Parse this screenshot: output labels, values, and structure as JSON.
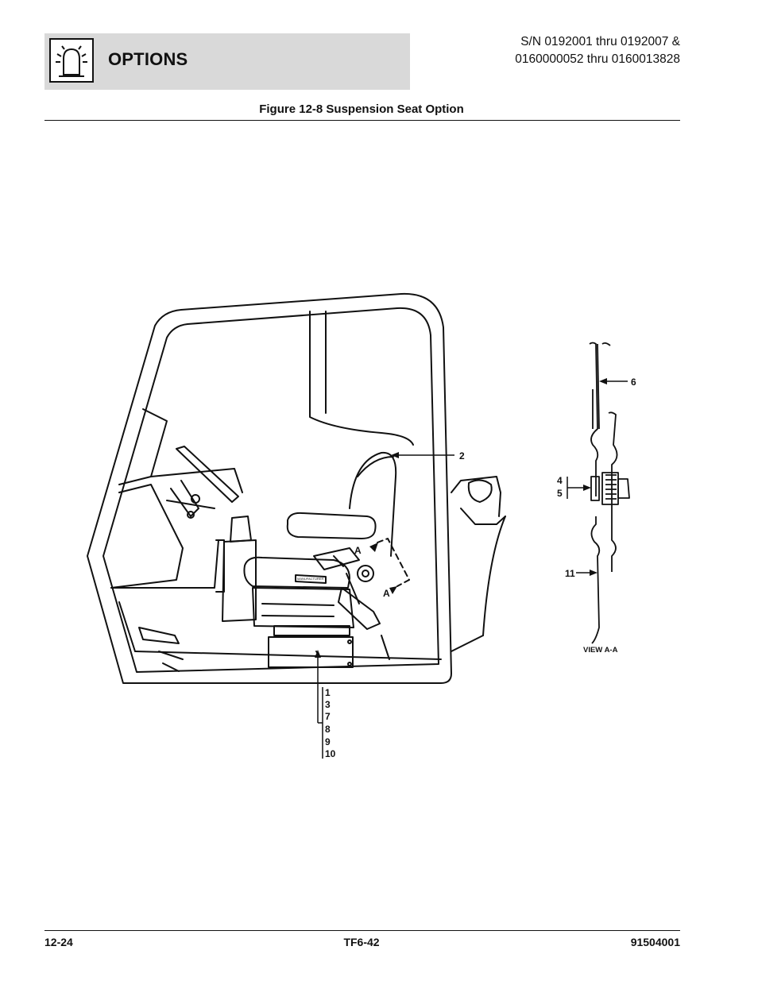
{
  "header": {
    "section_title": "OPTIONS",
    "serial_line1": "S/N 0192001 thru 0192007 &",
    "serial_line2": "0160000052 thru 0160013828"
  },
  "figure": {
    "title": "Figure 12-8 Suspension Seat Option",
    "callouts": {
      "c2": "2",
      "cA1": "A",
      "cA2": "A",
      "c1": "1",
      "c3": "3",
      "c7": "7",
      "c8": "8",
      "c9": "9",
      "c10": "10",
      "c6": "6",
      "c4": "4",
      "c5": "5",
      "c11": "11"
    },
    "view_label": "VIEW A-A",
    "seat_label": "MANUFACTURER"
  },
  "footer": {
    "page_number": "12-24",
    "model": "TF6-42",
    "doc_number": "91504001"
  },
  "icons": {
    "header_icon": "beacon-light-icon"
  }
}
